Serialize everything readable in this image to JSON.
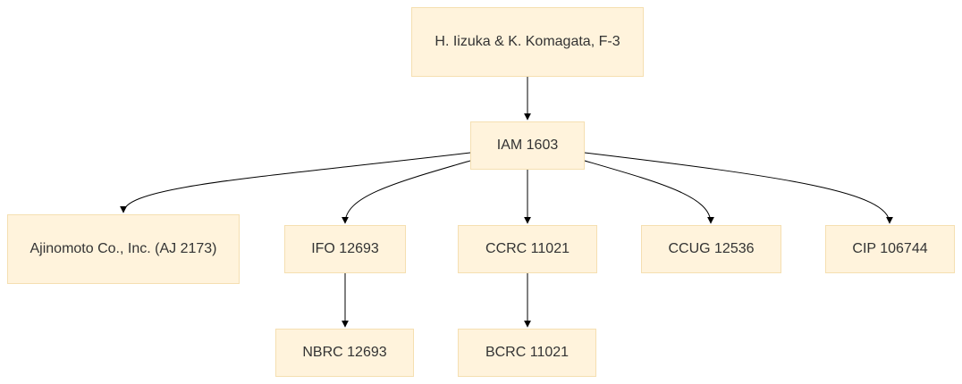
{
  "diagram": {
    "colors": {
      "node_fill": "#fff3dc",
      "node_border": "#f5dfb1",
      "edge": "#000000",
      "text": "#333333"
    },
    "nodes": {
      "root": "H. Iizuka & K. Komagata, F-3",
      "iam": "IAM 1603",
      "ajinomoto": "Ajinomoto Co., Inc. (AJ 2173)",
      "ifo": "IFO 12693",
      "ccrc": "CCRC 11021",
      "ccug": "CCUG 12536",
      "cip": "CIP 106744",
      "nbrc": "NBRC 12693",
      "bcrc": "BCRC 11021"
    },
    "edges": [
      {
        "from": "root",
        "to": "iam"
      },
      {
        "from": "iam",
        "to": "ajinomoto"
      },
      {
        "from": "iam",
        "to": "ifo"
      },
      {
        "from": "iam",
        "to": "ccrc"
      },
      {
        "from": "iam",
        "to": "ccug"
      },
      {
        "from": "iam",
        "to": "cip"
      },
      {
        "from": "ifo",
        "to": "nbrc"
      },
      {
        "from": "ccrc",
        "to": "bcrc"
      }
    ]
  }
}
